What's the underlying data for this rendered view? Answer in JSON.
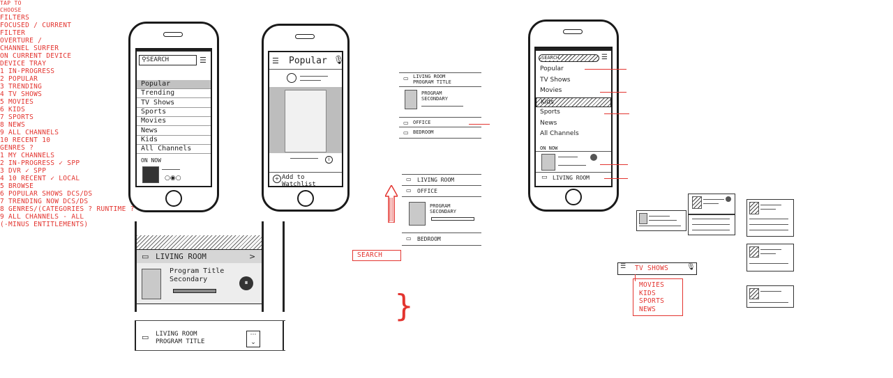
{
  "phone1": {
    "search_label": "SEARCH",
    "menu_items": [
      "Popular",
      "Trending",
      "TV Shows",
      "Sports",
      "Movies",
      "News",
      "Kids",
      "All Channels"
    ],
    "on_now_label": "ON NOW"
  },
  "phone2": {
    "title": "Popular",
    "watchlist_label": "Add to Watchlist"
  },
  "tray_card": {
    "room": "LIVING ROOM",
    "chevron": ">",
    "program_title": "Program Title",
    "program_secondary": "Secondary"
  },
  "mini_bar": {
    "room": "LIVING ROOM",
    "program": "PROGRAM TITLE"
  },
  "device_list_top": {
    "room": "LIVING ROOM",
    "program": "PROGRAM TITLE",
    "program_card_title": "PROGRAM",
    "program_card_sub": "SECONDARY",
    "office": "OFFICE",
    "bedroom": "BEDROOM",
    "tap_note": "TAP TO CHOOSE"
  },
  "device_list_bottom": {
    "room": "LIVING ROOM",
    "office": "OFFICE",
    "program_card_title": "PROGRAM",
    "program_card_sub": "SECONDARY",
    "bedroom": "BEDROOM"
  },
  "phone3": {
    "search_label": "SEARCH",
    "menu_items": [
      "Popular",
      "TV Shows",
      "Movies",
      "Kids",
      "Sports",
      "News",
      "All Channels"
    ],
    "on_now_label": "ON NOW",
    "tray_label": "LIVING ROOM"
  },
  "annotations": {
    "filters": "FILTERS",
    "focused_1": "FOCUSED / CURRENT",
    "focused_2": "FILTER",
    "overture_1": "OVERTURE /",
    "overture_2": "CHANNEL SURFER",
    "on_current": "ON CURRENT DEVICE",
    "device_tray": "DEVICE TRAY"
  },
  "search_list": {
    "header": "SEARCH",
    "items": [
      "1  IN-PROGRESS",
      "2  POPULAR",
      "3  TRENDING",
      "4  TV SHOWS",
      "5  MOVIES",
      "6  KIDS",
      "7  SPORTS",
      "8  NEWS",
      "9  ALL CHANNELS",
      "10  RECENT 10"
    ],
    "genres_note": "GENRES ?"
  },
  "channels_list": {
    "items": [
      "1  MY CHANNELS",
      "2  IN-PROGRESS  ✓ SPP",
      "3  DVR  ✓ SPP",
      "4  10 RECENT  ✓ LOCAL",
      "5  BROWSE",
      "6  POPULAR SHOWS  DCS/DS",
      "7  TRENDING NOW  DCS/DS",
      "8  GENRES/(CATEGORIES ?  RUNTIME ?",
      "9  ALL CHANNELS   - ALL"
    ],
    "minus_note": "(-MINUS ENTITLEMENTS)"
  },
  "dropdown": {
    "selected": "TV SHOWS",
    "options": [
      "MOVIES",
      "KIDS",
      "SPORTS",
      "NEWS"
    ]
  }
}
